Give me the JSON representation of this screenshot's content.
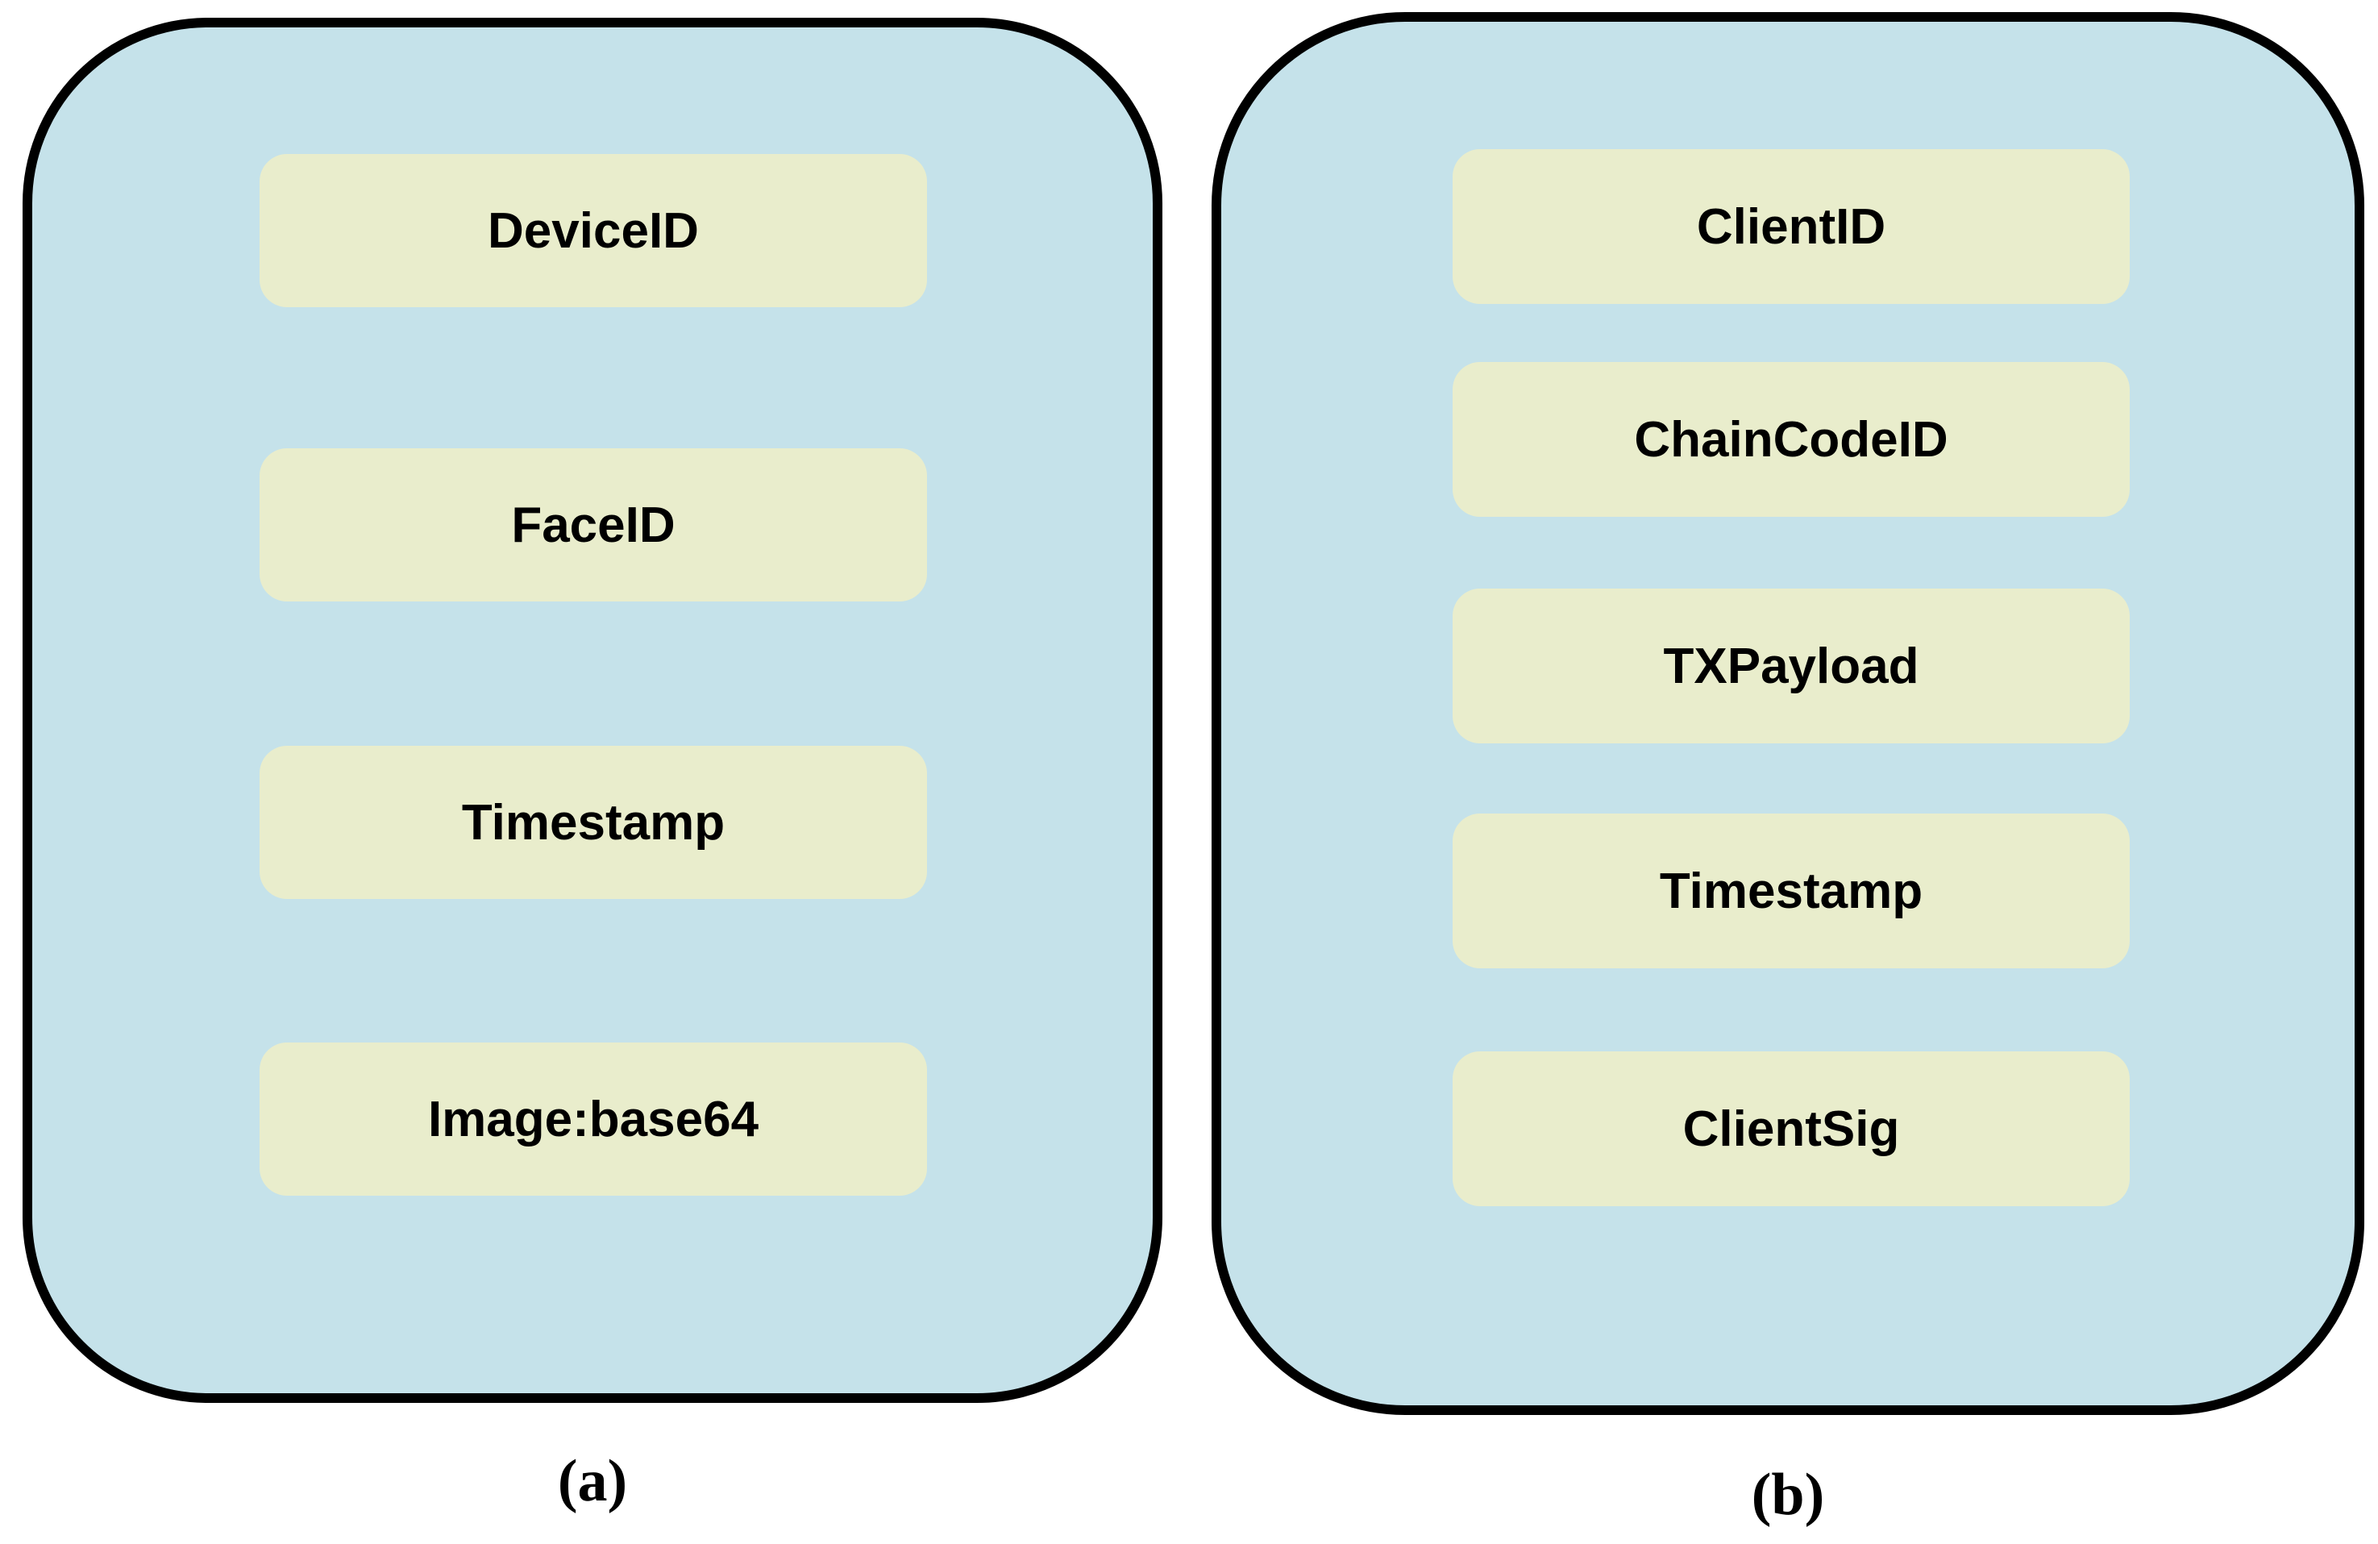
{
  "figure": {
    "panel_a": {
      "label": "(a)",
      "fields": [
        "DeviceID",
        "FaceID",
        "Timestamp",
        "Image:base64"
      ]
    },
    "panel_b": {
      "label": "(b)",
      "fields": [
        "ClientID",
        "ChainCodeID",
        "TXPayload",
        "Timestamp",
        "ClientSig"
      ]
    },
    "colors": {
      "panel_fill": "#c5e2ea",
      "panel_border": "#000000",
      "field_fill": "#e9edcc",
      "text": "#000000"
    }
  }
}
